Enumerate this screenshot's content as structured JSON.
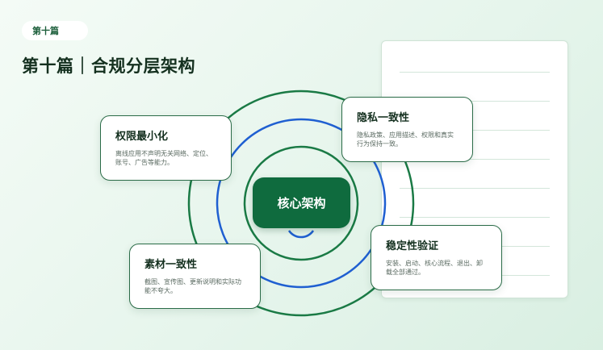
{
  "header": {
    "badge": "第十篇",
    "title": "第十篇｜合规分层架构"
  },
  "diagram": {
    "core_label": "核心架构",
    "colors": {
      "ring_outer": "#1a7a45",
      "ring_middle": "#1f5fd1",
      "core_fill": "#0f6b3e",
      "card_border": "#2a6b47"
    },
    "cards": [
      {
        "id": "permission",
        "title": "权限最小化",
        "desc": "离线应用不声明无关网络、定位、账号、广告等能力。"
      },
      {
        "id": "privacy",
        "title": "隐私一致性",
        "desc": "隐私政策、应用描述、权限和真实行为保持一致。"
      },
      {
        "id": "stability",
        "title": "稳定性验证",
        "desc": "安装、启动、核心流程、退出、卸载全部通过。"
      },
      {
        "id": "material",
        "title": "素材一致性",
        "desc": "截图、宣传图、更新说明和实际功能不夸大。"
      }
    ]
  }
}
